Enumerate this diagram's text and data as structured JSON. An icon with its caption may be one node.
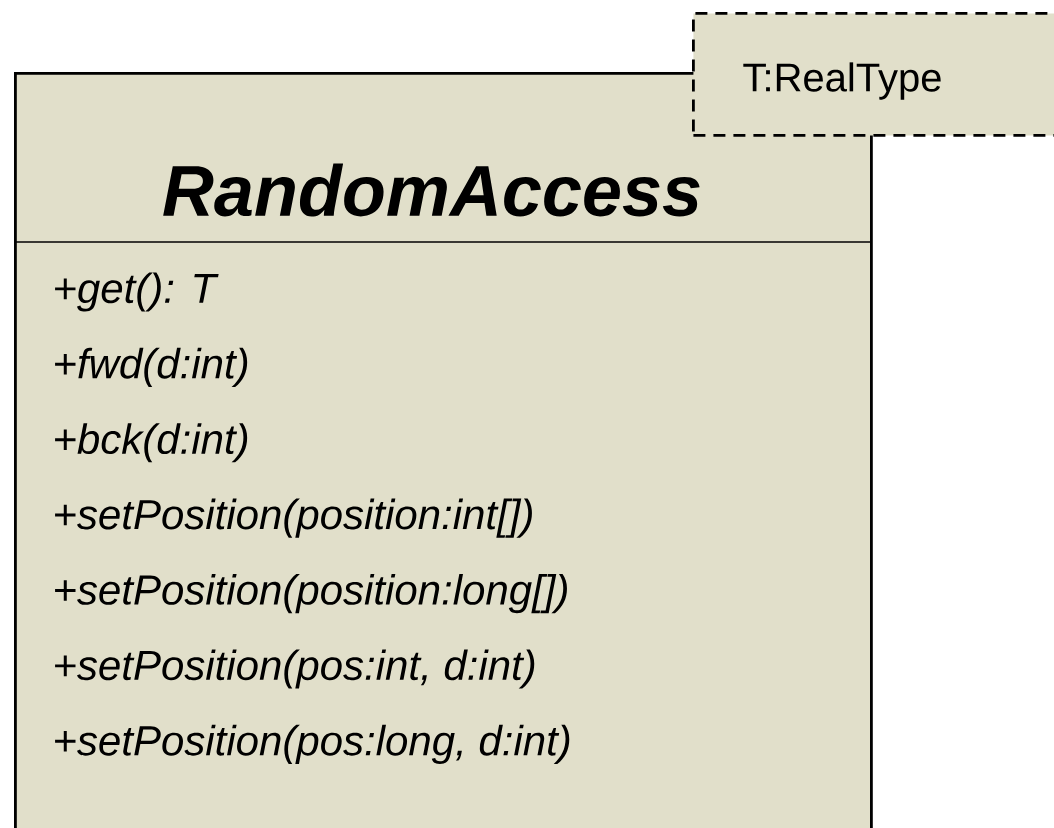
{
  "diagram": {
    "nodes": [
      {
        "text": [
          "RandomAccess",
          "+get(): T",
          "+fwd(d:int)",
          "+bck(d:int)",
          "+setPosition(position:int[])",
          "+setPosition(position:long[])",
          "+setPosition(pos:int, d:int)",
          "+setPosition(pos:long, d:int)"
        ]
      },
      {
        "text": [
          "T:RealType"
        ]
      }
    ],
    "edges": []
  }
}
